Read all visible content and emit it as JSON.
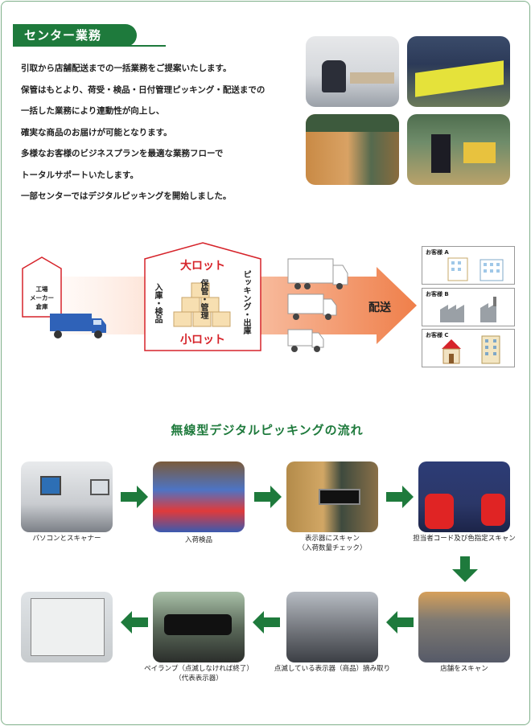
{
  "section": {
    "title": "センター業務"
  },
  "intro": [
    "引取から店舗配送までの一括業務をご提案いたします。",
    "保管はもとより、荷受・検品・日付管理ピッキング・配送までの",
    "一括した業務により連動性が向上し、",
    "確実な商品のお届けが可能となります。",
    "多様なお客様のビジネスプランを最適な業務フローで",
    "トータルサポートいたします。",
    "一部センターではデジタルピッキングを開始しました。"
  ],
  "diagram": {
    "source_label": [
      "工場",
      "メーカー",
      "倉庫"
    ],
    "big_lot": "大ロット",
    "small_lot": "小ロット",
    "inbound_label": "入庫・検品",
    "storage_label": "保管・管理",
    "picking_label": "ピッキング・出庫",
    "delivery_label": "配送",
    "customers": [
      "お客様 A",
      "お客様 B",
      "お客様 C"
    ],
    "colors": {
      "arrow": "#f08a58",
      "house": "#d6232a",
      "truck": "#2f62b8"
    }
  },
  "flow": {
    "title": "無線型デジタルピッキングの流れ",
    "steps": [
      {
        "label": "パソコンとスキャナー",
        "sub": ""
      },
      {
        "label": "入荷検品",
        "sub": ""
      },
      {
        "label": "表示器にスキャン",
        "sub": "（入荷数量チェック）"
      },
      {
        "label": "担当者コード及び色指定スキャン",
        "sub": ""
      },
      {
        "label": "店舗をスキャン",
        "sub": ""
      },
      {
        "label": "点滅している表示器（商品）摘み取り",
        "sub": ""
      },
      {
        "label": "ペイランプ（点滅しなければ終了）",
        "sub": "（代表表示器）"
      },
      {
        "label": "",
        "sub": ""
      }
    ],
    "arrow_color": "#1e7a3c"
  }
}
